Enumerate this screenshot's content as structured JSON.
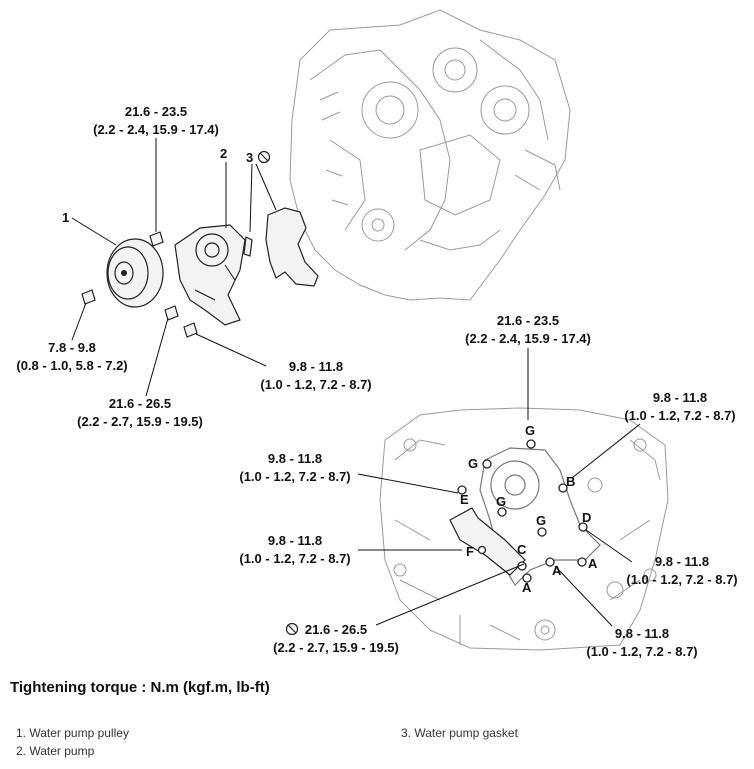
{
  "callouts": {
    "c1": "1",
    "c2": "2",
    "c3": "3"
  },
  "torques": {
    "t_top_a": "21.6 - 23.5",
    "t_top_b": "(2.2 - 2.4, 15.9 - 17.4)",
    "t_pulley_a": "7.8 - 9.8",
    "t_pulley_b": "(0.8 - 1.0, 5.8 - 7.2)",
    "t_pump_a": "9.8 - 11.8",
    "t_pump_b": "(1.0 - 1.2, 7.2 - 8.7)",
    "t_low_a": "21.6 - 26.5",
    "t_low_b": "(2.2 - 2.7, 15.9 - 19.5)",
    "t_G_a": "21.6 - 23.5",
    "t_G_b": "(2.2 - 2.4, 15.9 - 17.4)",
    "t_B_a": "9.8 - 11.8",
    "t_B_b": "(1.0 - 1.2, 7.2 - 8.7)",
    "t_E_a": "9.8 - 11.8",
    "t_E_b": "(1.0 - 1.2, 7.2 - 8.7)",
    "t_F_a": "9.8 - 11.8",
    "t_F_b": "(1.0 - 1.2, 7.2 - 8.7)",
    "t_D_a": "9.8 - 11.8",
    "t_D_b": "(1.0 - 1.2, 7.2 - 8.7)",
    "t_C_a": "21.6 - 26.5",
    "t_C_b": "(2.2 - 2.7, 15.9 - 19.5)",
    "t_A_a": "9.8 - 11.8",
    "t_A_b": "(1.0 - 1.2, 7.2 - 8.7)"
  },
  "letters": {
    "G": "G",
    "B": "B",
    "E": "E",
    "F": "F",
    "C": "C",
    "D": "D",
    "A": "A"
  },
  "torque_note": "Tightening torque : N.m (kgf.m, lb-ft)",
  "legend": {
    "item1": "1. Water pump pulley",
    "item2": "2. Water pump",
    "item3": "3. Water pump gasket"
  },
  "icons": {
    "replace": "no-reuse-icon"
  }
}
